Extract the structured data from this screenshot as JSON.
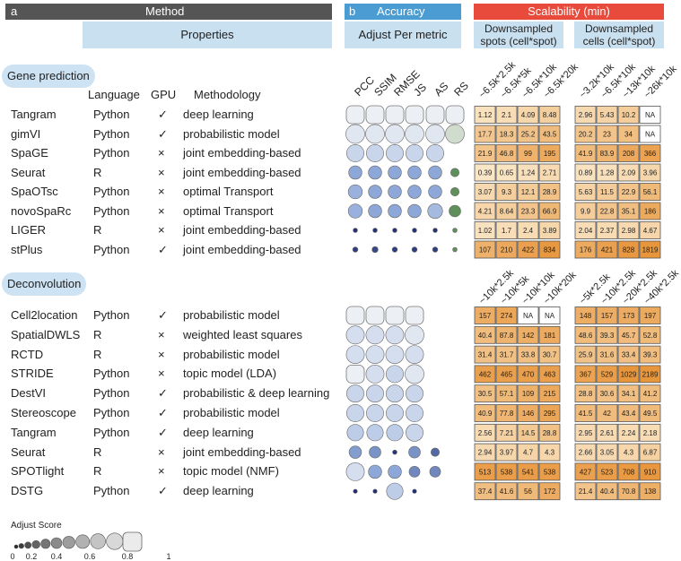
{
  "header": {
    "panel_a_letter": "a",
    "method_label": "Method",
    "properties_label": "Properties",
    "panel_b_letter": "b",
    "accuracy_label": "Accuracy",
    "adjust_label": "Adjust Per metric",
    "scalability_label": "Scalability (min)",
    "spots_label_1": "Downsampled",
    "spots_label_2": "spots (cell*spot)",
    "cells_label_1": "Downsampled",
    "cells_label_2": "cells (cell*spot)"
  },
  "columns": {
    "language": "Language",
    "gpu": "GPU",
    "methodology": "Methodology"
  },
  "gene_prediction": {
    "section_label": "Gene prediction",
    "metrics": [
      "PCC",
      "SSIM",
      "RMSE",
      "JS",
      "AS",
      "RS"
    ],
    "spot_headers": [
      "~6.5k*2.5k",
      "~6.5k*5k",
      "~6.5k*10k",
      "~6.5k*20k"
    ],
    "cell_headers": [
      "~3.2k*10k",
      "~6.5k*10k",
      "~13k*10k",
      "~26k*10k"
    ],
    "rows": [
      {
        "name": "Tangram",
        "lang": "Python",
        "gpu": "✓",
        "meth": "deep learning",
        "scores": [
          1,
          1,
          1,
          1,
          1,
          1
        ],
        "spots": [
          "1.12",
          "2.1",
          "4.09",
          "8.48"
        ],
        "cells": [
          "2.96",
          "5.43",
          "10.2",
          "NA"
        ]
      },
      {
        "name": "gimVI",
        "lang": "Python",
        "gpu": "✓",
        "meth": "probabilistic  model",
        "scores": [
          0.95,
          0.95,
          0.95,
          0.95,
          0.95,
          0.95
        ],
        "spots": [
          "17.7",
          "18.3",
          "25.2",
          "43.5"
        ],
        "cells": [
          "20.2",
          "23",
          "34",
          "NA"
        ]
      },
      {
        "name": "SpaGE",
        "lang": "Python",
        "gpu": "×",
        "meth": "joint embedding-based",
        "scores": [
          0.85,
          0.85,
          0.85,
          0.85,
          0.85,
          null
        ],
        "spots": [
          "21.9",
          "46.8",
          "99",
          "195"
        ],
        "cells": [
          "41.9",
          "83.9",
          "208",
          "366"
        ]
      },
      {
        "name": "Seurat",
        "lang": "R",
        "gpu": "×",
        "meth": "joint embedding-based",
        "scores": [
          0.6,
          0.6,
          0.6,
          0.6,
          0.6,
          0.3
        ],
        "spots": [
          "0.39",
          "0.65",
          "1.24",
          "2.71"
        ],
        "cells": [
          "0.89",
          "1.28",
          "2.09",
          "3.96"
        ]
      },
      {
        "name": "SpaOTsc",
        "lang": "Python",
        "gpu": "×",
        "meth": "optimal Transport",
        "scores": [
          0.65,
          0.6,
          0.6,
          0.6,
          0.6,
          0.3
        ],
        "spots": [
          "3.07",
          "9.3",
          "12.1",
          "28.9"
        ],
        "cells": [
          "5.63",
          "11.5",
          "22.9",
          "56.1"
        ]
      },
      {
        "name": "novoSpaRc",
        "lang": "Python",
        "gpu": "×",
        "meth": "optimal Transport",
        "scores": [
          0.65,
          0.6,
          0.6,
          0.6,
          0.7,
          0.5
        ],
        "spots": [
          "4.21",
          "8.64",
          "23.3",
          "66.9"
        ],
        "cells": [
          "9.9",
          "22.8",
          "35.1",
          "186"
        ]
      },
      {
        "name": "LIGER",
        "lang": "R",
        "gpu": "×",
        "meth": "joint embedding-based",
        "scores": [
          0.05,
          0.05,
          0.05,
          0.05,
          0.05,
          0.05
        ],
        "spots": [
          "1.02",
          "1.7",
          "2.4",
          "3.89"
        ],
        "cells": [
          "2.04",
          "2.37",
          "2.98",
          "4.67"
        ]
      },
      {
        "name": "stPlus",
        "lang": "Python",
        "gpu": "✓",
        "meth": "joint embedding-based",
        "scores": [
          0.1,
          0.15,
          0.1,
          0.1,
          0.1,
          0.05
        ],
        "spots": [
          "107",
          "210",
          "422",
          "834"
        ],
        "cells": [
          "176",
          "421",
          "828",
          "1819"
        ]
      }
    ]
  },
  "deconvolution": {
    "section_label": "Deconvolution",
    "spot_headers": [
      "~10k*2.5k",
      "~10k*5k",
      "~10k*10k",
      "~10k*20k"
    ],
    "cell_headers": [
      "~5k*2.5k",
      "~10k*2.5k",
      "~20k*2.5k",
      "~40k*2.5k"
    ],
    "rows": [
      {
        "name": "Cell2location",
        "lang": "Python",
        "gpu": "✓",
        "meth": "probabilistic  model",
        "scores": [
          1,
          1,
          1,
          1
        ],
        "spots": [
          "157",
          "274",
          "NA",
          "NA"
        ],
        "cells": [
          "148",
          "157",
          "173",
          "197"
        ]
      },
      {
        "name": "SpatialDWLS",
        "lang": "R",
        "gpu": "×",
        "meth": "weighted least squares",
        "scores": [
          0.9,
          0.9,
          0.9,
          0.95
        ],
        "spots": [
          "40.4",
          "87.8",
          "142",
          "181"
        ],
        "cells": [
          "48.6",
          "39.3",
          "45.7",
          "52.8"
        ]
      },
      {
        "name": "RCTD",
        "lang": "R",
        "gpu": "×",
        "meth": "probabilistic  model",
        "scores": [
          0.9,
          0.9,
          0.9,
          0.9
        ],
        "spots": [
          "31.4",
          "31.7",
          "33.8",
          "30.7"
        ],
        "cells": [
          "25.9",
          "31.6",
          "33.4",
          "39.3"
        ]
      },
      {
        "name": "STRIDE",
        "lang": "Python",
        "gpu": "×",
        "meth": "topic model (LDA)",
        "scores": [
          1,
          0.9,
          0.85,
          0.95
        ],
        "spots": [
          "462",
          "465",
          "470",
          "463"
        ],
        "cells": [
          "367",
          "529",
          "1029",
          "2189"
        ]
      },
      {
        "name": "DestVI",
        "lang": "Python",
        "gpu": "✓",
        "meth": "probabilistic & deep learning",
        "scores": [
          0.85,
          0.85,
          0.85,
          0.85
        ],
        "spots": [
          "30.5",
          "57.1",
          "109",
          "215"
        ],
        "cells": [
          "28.8",
          "30.6",
          "34.1",
          "41.2"
        ]
      },
      {
        "name": "Stereoscope",
        "lang": "Python",
        "gpu": "✓",
        "meth": "probabilistic  model",
        "scores": [
          0.85,
          0.85,
          0.85,
          0.85
        ],
        "spots": [
          "40.9",
          "77.8",
          "146",
          "295"
        ],
        "cells": [
          "41.5",
          "42",
          "43.4",
          "49.5"
        ]
      },
      {
        "name": "Tangram",
        "lang": "Python",
        "gpu": "✓",
        "meth": "deep learning",
        "scores": [
          0.8,
          0.8,
          0.8,
          0.85
        ],
        "spots": [
          "2.56",
          "7.21",
          "14.5",
          "28.8"
        ],
        "cells": [
          "2.95",
          "2.61",
          "2.24",
          "2.18"
        ]
      },
      {
        "name": "Seurat",
        "lang": "R",
        "gpu": "×",
        "meth": "joint embedding-based",
        "scores": [
          0.55,
          0.5,
          0.05,
          0.5,
          0.3
        ],
        "spots": [
          "2.94",
          "3.97",
          "4.7",
          "4.3"
        ],
        "cells": [
          "2.66",
          "3.05",
          "4.3",
          "6.87"
        ]
      },
      {
        "name": "SPOTlight",
        "lang": "R",
        "gpu": "×",
        "meth": "topic model (NMF)",
        "scores": [
          0.9,
          0.6,
          0.6,
          0.45,
          0.45
        ],
        "spots": [
          "513",
          "538",
          "541",
          "538"
        ],
        "cells": [
          "427",
          "523",
          "708",
          "910"
        ]
      },
      {
        "name": "DSTG",
        "lang": "Python",
        "gpu": "✓",
        "meth": "deep learning",
        "scores": [
          0.03,
          0.03,
          0.8,
          0.03
        ],
        "spots": [
          "37.4",
          "41.6",
          "56",
          "172"
        ],
        "cells": [
          "21.4",
          "40.4",
          "70.8",
          "138"
        ]
      }
    ]
  },
  "legend": {
    "title": "Adjust Score",
    "ticks": [
      "0",
      "0.2",
      "0.4",
      "0.6",
      "0.8",
      "1"
    ]
  }
}
